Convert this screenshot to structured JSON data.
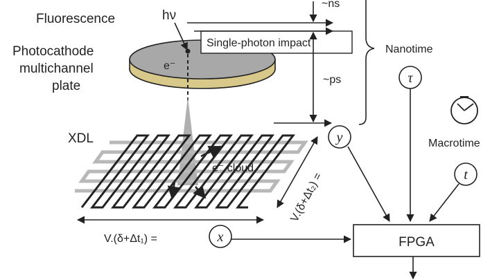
{
  "labels": {
    "fluorescence": "Fluorescence",
    "photon": "hν",
    "photocathode_line1": "Photocathode",
    "photocathode_line2": "multichannel",
    "photocathode_line3": "plate",
    "electron": "e⁻",
    "single_photon_impact": "Single-photon impact",
    "ns": "~ns",
    "ps": "~ps",
    "nanotime": "Nanotime",
    "macrotime": "Macrotime",
    "xdl": "XDL",
    "e_cloud": "e⁻ cloud",
    "v_delta_t1": "V.(δ+Δt₁) =",
    "v_delta_t2": "V.(δ+Δt₂) =",
    "fpga": "FPGA"
  },
  "symbols": {
    "tau": "τ",
    "t": "t",
    "x": "x",
    "y": "y"
  },
  "colors": {
    "plate_top": "#a8a8a8",
    "plate_bottom": "#d8c88a",
    "grid_gray": "#b8b8b8",
    "cone": "#b0b0b0",
    "ink": "#222222"
  }
}
